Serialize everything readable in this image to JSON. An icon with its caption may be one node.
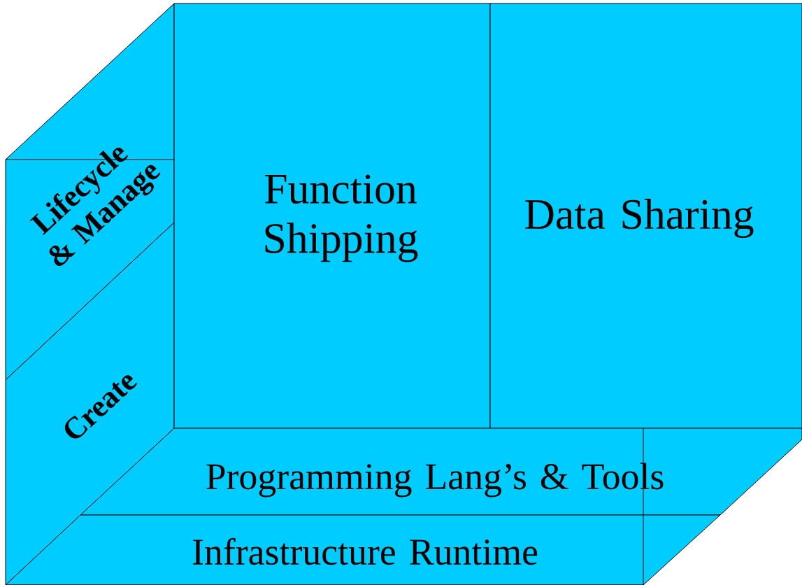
{
  "diagram": {
    "nodes": [
      {
        "text": [
          "Lifecycle & Manage"
        ]
      },
      {
        "text": [
          "Create"
        ]
      },
      {
        "text": [
          "Function Shipping"
        ]
      },
      {
        "text": [
          "Data Sharing"
        ]
      },
      {
        "text": [
          "Programming Lang’s & Tools"
        ]
      },
      {
        "text": [
          "Infrastructure Runtime"
        ]
      }
    ]
  }
}
